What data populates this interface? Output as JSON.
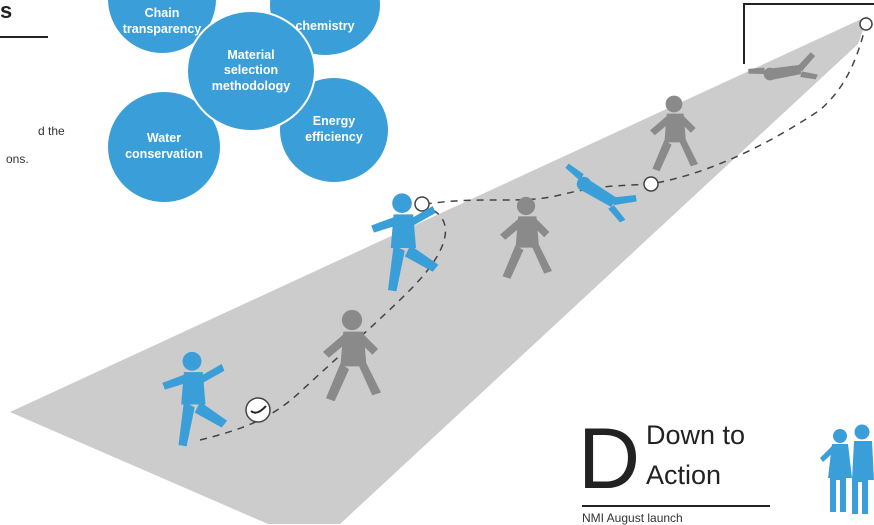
{
  "header": {
    "title_fragment": "s",
    "fragment_lines": [
      "d the",
      "ons."
    ]
  },
  "bubbles": [
    {
      "id": "supply-chain",
      "label": "Chain transparency",
      "lines": [
        "Chain",
        "transparency"
      ]
    },
    {
      "id": "green-chemistry",
      "label": "chemistry",
      "lines": [
        "chemistry"
      ]
    },
    {
      "id": "center",
      "label": "Material selection methodology",
      "lines": [
        "Material",
        "selection",
        "methodology"
      ]
    },
    {
      "id": "water",
      "label": "Water conservation",
      "lines": [
        "Water",
        "conservation"
      ]
    },
    {
      "id": "energy",
      "label": "Energy efficiency",
      "lines": [
        "Energy",
        "efficiency"
      ]
    }
  ],
  "section_d": {
    "letter": "D",
    "title_line1": "Down to",
    "title_line2": "Action",
    "caption": "NMI August launch"
  },
  "colors": {
    "accent_blue": "#3a9fd8",
    "path_gray": "#cccccc",
    "figure_gray": "#8a8a8a",
    "text": "#222222"
  }
}
